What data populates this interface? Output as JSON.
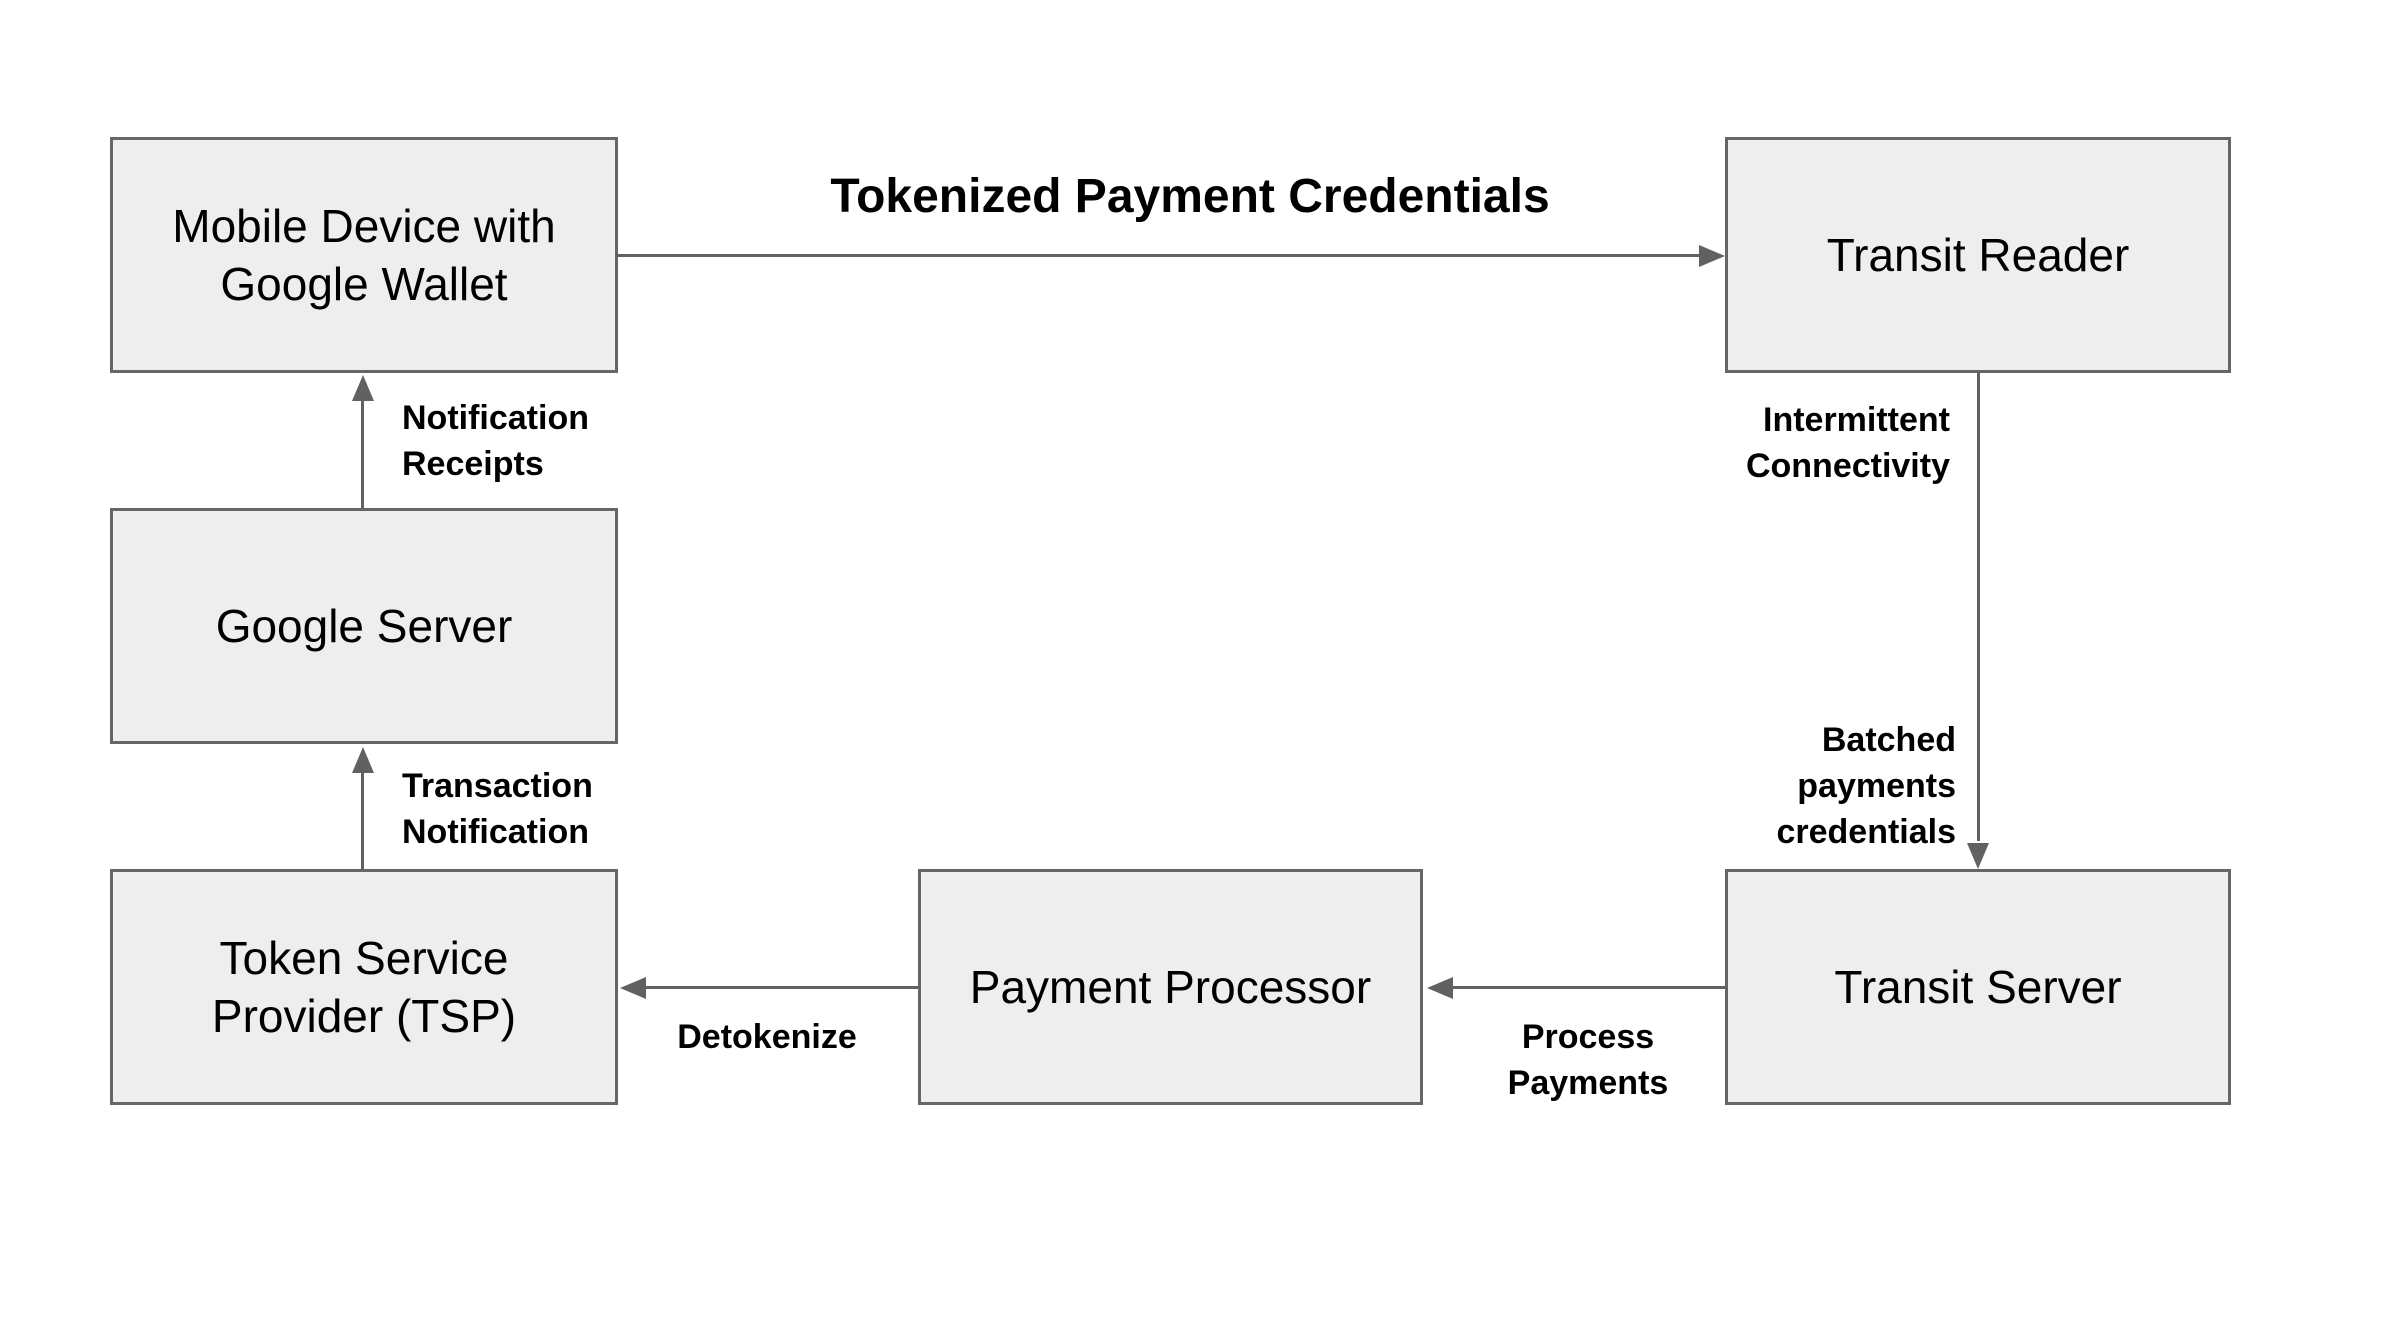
{
  "diagram": {
    "colors": {
      "background": "#ffffff",
      "node_fill": "#eeeeee",
      "node_border": "#666666",
      "arrow": "#616161",
      "text": "#000000"
    },
    "nodes": [
      {
        "id": "mobile-device",
        "label": "Mobile Device with\nGoogle Wallet"
      },
      {
        "id": "transit-reader",
        "label": "Transit Reader"
      },
      {
        "id": "google-server",
        "label": "Google Server"
      },
      {
        "id": "tsp",
        "label": "Token Service\nProvider (TSP)"
      },
      {
        "id": "payment-processor",
        "label": "Payment Processor"
      },
      {
        "id": "transit-server",
        "label": "Transit Server"
      }
    ],
    "edges": [
      {
        "from": "Mobile Device with Google Wallet",
        "to": "Transit Reader",
        "label": "Tokenized Payment Credentials"
      },
      {
        "from": "Google Server",
        "to": "Mobile Device with Google Wallet",
        "label": "Notification\nReceipts"
      },
      {
        "from": "Token Service Provider (TSP)",
        "to": "Google Server",
        "label": "Transaction\nNotification"
      },
      {
        "from": "Transit Reader",
        "to": "Transit Server",
        "label": "Intermittent\nConnectivity",
        "label2": "Batched\npayments\ncredentials"
      },
      {
        "from": "Transit Server",
        "to": "Payment Processor",
        "label": "Process\nPayments"
      },
      {
        "from": "Payment Processor",
        "to": "Token Service Provider (TSP)",
        "label": "Detokenize"
      }
    ]
  }
}
